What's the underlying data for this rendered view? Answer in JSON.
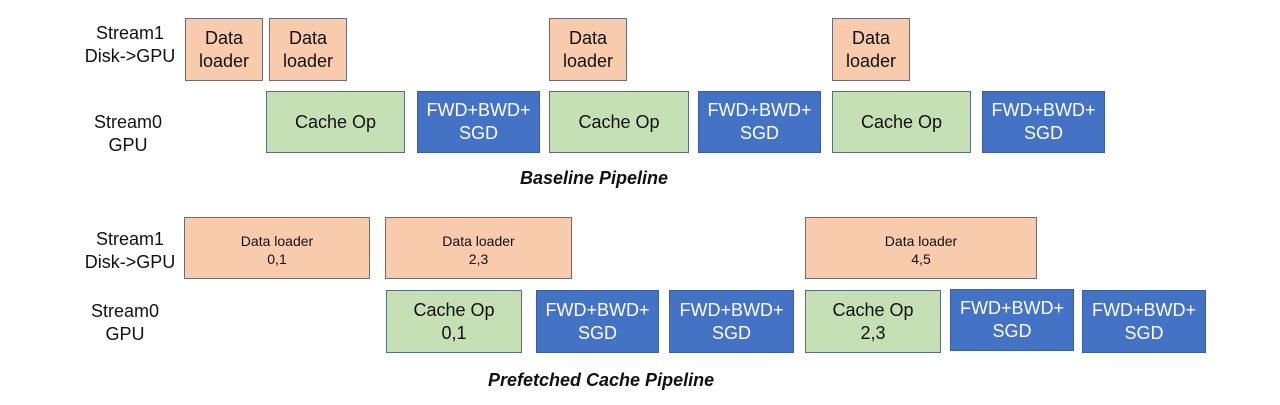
{
  "baseline": {
    "title": "Baseline Pipeline",
    "stream1_label": [
      "Stream1",
      "Disk->GPU"
    ],
    "stream0_label": [
      "Stream0",
      "GPU"
    ],
    "stream1_boxes": [
      {
        "type": "data-loader",
        "lines": [
          "Data",
          "loader"
        ]
      },
      {
        "type": "data-loader",
        "lines": [
          "Data",
          "loader"
        ]
      },
      {
        "type": "data-loader",
        "lines": [
          "Data",
          "loader"
        ]
      },
      {
        "type": "data-loader",
        "lines": [
          "Data",
          "loader"
        ]
      }
    ],
    "stream0_boxes": [
      {
        "type": "cache-op",
        "lines": [
          "Cache Op"
        ]
      },
      {
        "type": "fwd-bwd-sgd",
        "lines": [
          "FWD+BWD+",
          "SGD"
        ]
      },
      {
        "type": "cache-op",
        "lines": [
          "Cache Op"
        ]
      },
      {
        "type": "fwd-bwd-sgd",
        "lines": [
          "FWD+BWD+",
          "SGD"
        ]
      },
      {
        "type": "cache-op",
        "lines": [
          "Cache Op"
        ]
      },
      {
        "type": "fwd-bwd-sgd",
        "lines": [
          "FWD+BWD+",
          "SGD"
        ]
      }
    ]
  },
  "prefetched": {
    "title": "Prefetched Cache Pipeline",
    "stream1_label": [
      "Stream1",
      "Disk->GPU"
    ],
    "stream0_label": [
      "Stream0",
      "GPU"
    ],
    "stream1_boxes": [
      {
        "type": "data-loader",
        "lines": [
          "Data loader",
          "0,1"
        ]
      },
      {
        "type": "data-loader",
        "lines": [
          "Data loader",
          "2,3"
        ]
      },
      {
        "type": "data-loader",
        "lines": [
          "Data loader",
          "4,5"
        ]
      }
    ],
    "stream0_boxes": [
      {
        "type": "cache-op",
        "lines": [
          "Cache Op",
          "0,1"
        ]
      },
      {
        "type": "fwd-bwd-sgd",
        "lines": [
          "FWD+BWD+",
          "SGD"
        ]
      },
      {
        "type": "fwd-bwd-sgd",
        "lines": [
          "FWD+BWD+",
          "SGD"
        ]
      },
      {
        "type": "cache-op",
        "lines": [
          "Cache Op",
          "2,3"
        ]
      },
      {
        "type": "fwd-bwd-sgd",
        "lines": [
          "FWD+BWD+",
          "SGD"
        ]
      },
      {
        "type": "fwd-bwd-sgd",
        "lines": [
          "FWD+BWD+",
          "SGD"
        ]
      }
    ]
  },
  "colors": {
    "data_loader": "#f8cbad",
    "cache_op": "#c5e0b4",
    "fwd_bwd_sgd": "#4472c4"
  }
}
